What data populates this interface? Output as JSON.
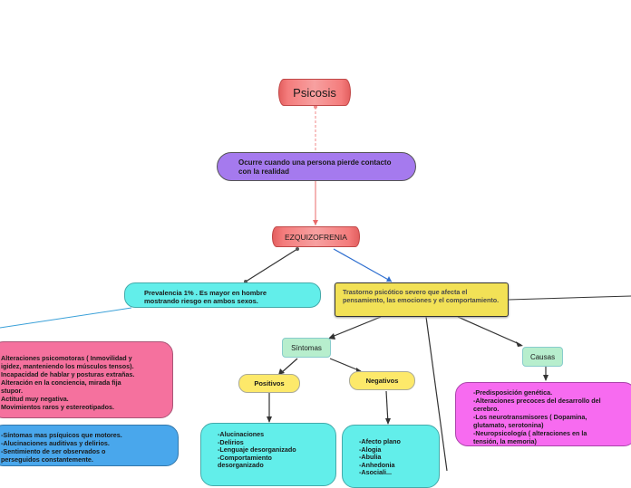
{
  "nodes": {
    "psicosis": "Psicosis",
    "definicion": "Ocurre cuando una persona pierde contacto con la realidad",
    "esquizofrenia": "EZQUIZOFRENIA",
    "prevalencia": "Prevalencia 1% . Es mayor en hombre mostrando riesgo en ambos sexos.",
    "trastorno": "Trastorno psicótico severo que afecta el pensamiento, las emociones y el comportamiento.",
    "sintomas": "Síntomas",
    "causas": "Causas",
    "positivos": "Positivos",
    "negativos": "Negativos",
    "alteraciones": "Alteraciones psicomotoras ( Inmovilidad y\nigidez, manteniendo los músculos tensos).\n Incapacidad de hablar y posturas extrañas.\nAlteración en la conciencia, mirada fija\nstupor.\nActitud muy negativa.\nMovimientos raros y estereotipados.",
    "sintomas_psiquicos": "-Síntomas mas psíquicos que motores.\n-Alucinaciones auditivas y delirios.\n-Sentimiento de ser observados o\nperseguidos constantemente.",
    "causas_detalle": "-Predisposición genética.\n-Alteraciones precoces del desarrollo del\ncerebro.\n-Los neurotransmisores ( Dopamina,\nglutamato, serotonina)\n-Neuropsicología ( alteraciones en la\ntensión, la memoria)",
    "positivos_detalle": "-Alucinaciones\n-Delirios\n-Lenguaje desorganizado\n-Comportamiento\ndesorganizado",
    "negativos_detalle": "-Afecto plano\n-Alogia\n-Abulia\n-Anhedonia\n-Asociali..."
  },
  "colors": {
    "psicosis": "#f47c7c",
    "definicion": "#a57aee",
    "esquizofrenia": "#f47c7c",
    "cyan": "#62eeea",
    "trastorno": "#f2e156",
    "mint": "#b7eecd",
    "yellow": "#fde96a",
    "pink": "#f5719e",
    "blue": "#49a7ec",
    "magenta": "#f76bf0"
  }
}
